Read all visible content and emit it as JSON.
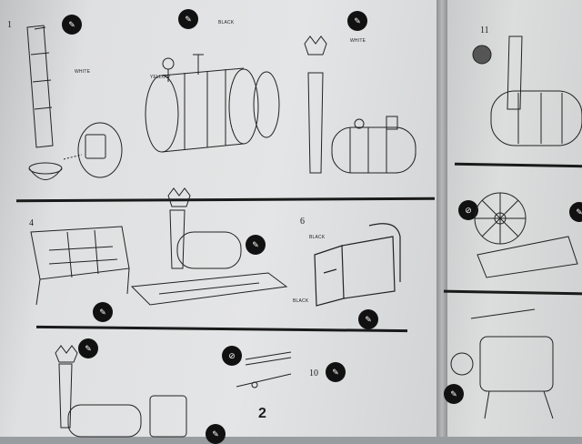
{
  "steps": {
    "s1": "1",
    "s4": "4",
    "s6": "6",
    "s10": "10",
    "s11": "11"
  },
  "labels": {
    "white_1": "WHITE",
    "black_2": "BLACK",
    "yellow": "YELLOW",
    "white_3": "WHITE",
    "black_5": "BLACK",
    "black_6": "BLACK"
  },
  "page_number": "2",
  "icons": {
    "cement": "glue-tube-icon",
    "no_cement": "no-glue-icon"
  },
  "colors": {
    "ink": "#1a1a1a",
    "paper": "#e0e1e2"
  }
}
